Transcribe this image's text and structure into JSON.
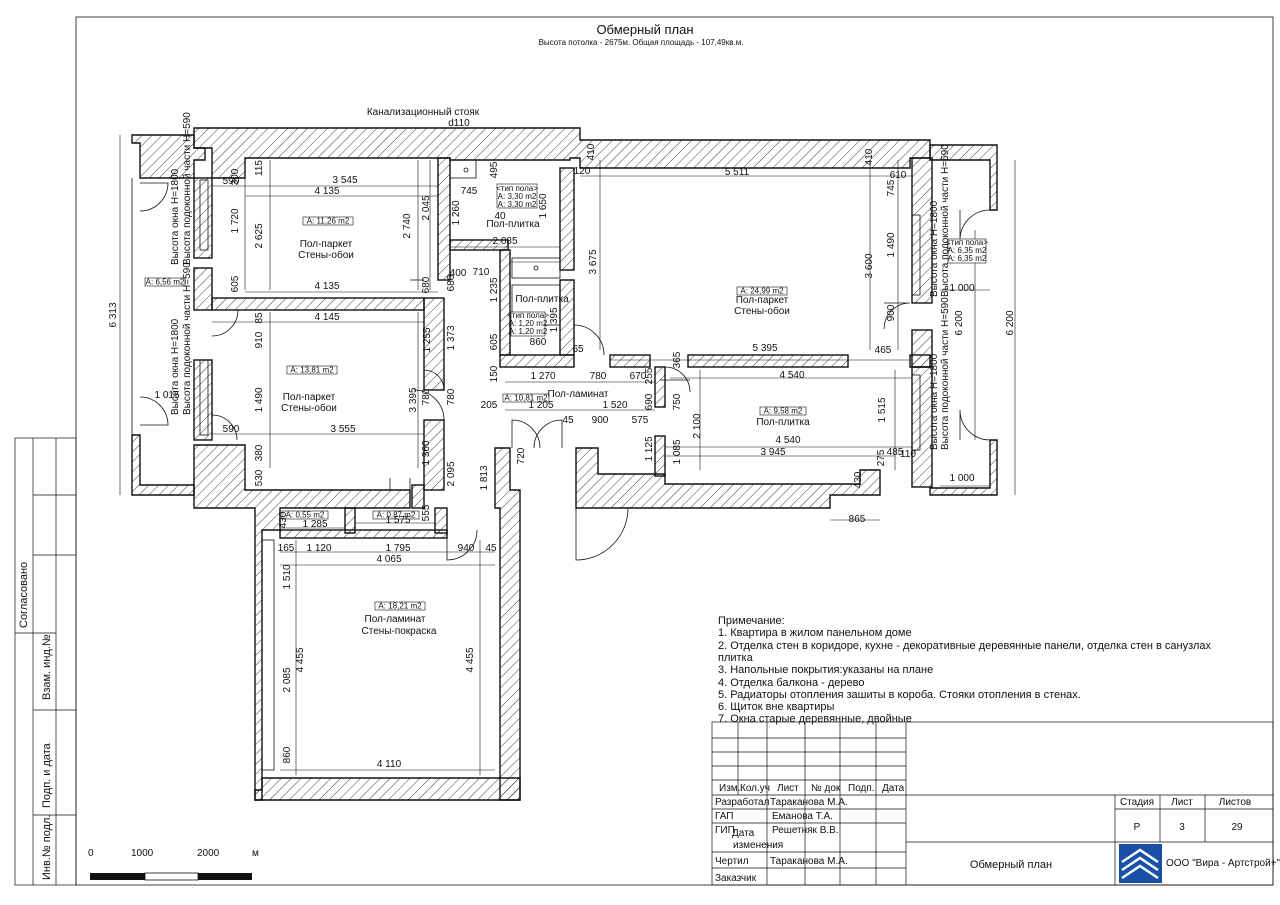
{
  "header": {
    "title": "Обмерный план",
    "subtitle": "Высота потолка - 2675м. Общая площадь - 107,49кв.м."
  },
  "riser": {
    "label": "Канализационный стояк",
    "diameter": "d110"
  },
  "rooms": {
    "bedroom1": {
      "area": "А: 11,26 m2",
      "floor": "Пол-паркет",
      "walls": "Стены-обои"
    },
    "bedroom2": {
      "area": "А: 13,81 m2",
      "floor": "Пол-паркет",
      "walls": "Стены-обои"
    },
    "living": {
      "area": "А: 24,99 m2",
      "floor": "Пол-паркет",
      "walls": "Стены-обои"
    },
    "kitchen": {
      "area": "А: 9,58 m2",
      "floor": "Пол-плитка"
    },
    "hall": {
      "area": "А: 10,81 m2",
      "floor": "Пол-ламинат"
    },
    "big_room": {
      "area": "А: 18,21 m2",
      "floor": "Пол-ламинат",
      "walls": "Стены-покраска"
    },
    "bath_top": {
      "tag": "<тип пола>",
      "a1": "А: 3,30 m2",
      "a2": "А: 3,30 m2",
      "floor": "Пол-плитка"
    },
    "wc": {
      "tag": "<тип пола>",
      "a1": "А: 1,20 m2",
      "a2": "А: 1,20 m2",
      "floor": "Пол-плитка"
    },
    "balcony_left": {
      "area": "А: 6,56 m2"
    },
    "balcony_right": {
      "tag": "<тип пола>",
      "a1": "А: 6,35 m2",
      "a2": "А: 6,35 m2"
    },
    "closet1": {
      "area": "А: 0,55 m2"
    },
    "closet2": {
      "area": "А: 0,87 m2"
    }
  },
  "window_labels": {
    "height": "Высота окна H=1800",
    "sill": "Высота подоконной части H=590"
  },
  "dimensions": [
    "300",
    "115",
    "590",
    "3 545",
    "4 135",
    "1 720",
    "2 625",
    "2 740",
    "2 045",
    "605",
    "4 135",
    "680",
    "400",
    "710",
    "680",
    "4 145",
    "85",
    "910",
    "1 255",
    "1 373",
    "1 490",
    "3 555",
    "3 395",
    "780",
    "780",
    "590",
    "1 360",
    "380",
    "530",
    "2 095",
    "1 813",
    "1 015",
    "6 313",
    "745",
    "495",
    "40",
    "1 260",
    "1 650",
    "2 085",
    "1 235",
    "1 395",
    "605",
    "860",
    "1 270",
    "780",
    "670",
    "150",
    "205",
    "1 205",
    "1 520",
    "45",
    "900",
    "575",
    "690",
    "750",
    "720",
    "1 125",
    "410",
    "120",
    "5 511",
    "410",
    "610",
    "745",
    "3 675",
    "3 600",
    "1 490",
    "900",
    "465",
    "5 395",
    "365",
    "255",
    "4 540",
    "2 100",
    "1 515",
    "4 540",
    "1 085",
    "3 945",
    "275",
    "485",
    "110",
    "430",
    "865",
    "1 000",
    "6 200",
    "6 200",
    "1 000",
    "430",
    "1 285",
    "1 575",
    "555",
    "165",
    "1 120",
    "1 795",
    "940",
    "45",
    "4 065",
    "1 510",
    "4 455",
    "4 455",
    "2 085",
    "860",
    "4 110",
    "65"
  ],
  "notes": {
    "title": "Примечание:",
    "items": [
      "1. Квартира в жилом панельном доме",
      "2. Отделка стен в коридоре, кухне - декоративные деревянные панели, отделка стен в санузлах",
      "плитка",
      "3. Напольные покрытия:указаны на плане",
      "4. Отделка балкона - дерево",
      "5. Радиаторы отопления зашиты в короба. Стояки отопления в стенах.",
      "6. Щиток вне квартиры",
      "7. Окна старые деревянные, двойные"
    ]
  },
  "scale": {
    "labels": [
      "0",
      "1000",
      "2000",
      "м"
    ]
  },
  "side_stamp": [
    "Согласовано",
    "Взам. инд.№",
    "Подп. и дата",
    "Инв.№ подл."
  ],
  "title_block": {
    "col_headers": [
      "Изм.",
      "Кол.уч",
      "Лист",
      "№ док",
      "Подп.",
      "Дата"
    ],
    "rows": [
      {
        "role": "Разработал",
        "name": "Тараканова М.А."
      },
      {
        "role": "ГАП",
        "name": "Еманова Т.А."
      },
      {
        "role": "ГИП",
        "name": "Решетняк В.В."
      },
      {
        "role": "Дата изменения",
        "name": ""
      },
      {
        "role": "Чертил",
        "name": "Тараканова М.А."
      },
      {
        "role": "Заказчик",
        "name": ""
      }
    ],
    "role_date_a": "Дата",
    "role_date_b": "изменения",
    "stage_headers": [
      "Стадия",
      "Лист",
      "Листов"
    ],
    "stage_values": [
      "Р",
      "3",
      "29"
    ],
    "sheet_name": "Обмерный план",
    "company": "ООО \"Вира - Артстрой+\""
  }
}
